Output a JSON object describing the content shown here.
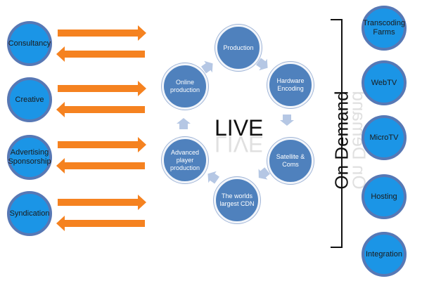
{
  "left_nodes": [
    {
      "label": "Consultancy"
    },
    {
      "label": "Creative"
    },
    {
      "label": "Advertising Sponsorship"
    },
    {
      "label": "Syndication"
    }
  ],
  "cycle_nodes": [
    {
      "label": "Production"
    },
    {
      "label": "Hardware Encoding"
    },
    {
      "label": "Satellite & Coms"
    },
    {
      "label": "The worlds largest CDN"
    },
    {
      "label": "Advanced player production"
    },
    {
      "label": "Online production"
    }
  ],
  "center_label": "LIVE",
  "bracket_label": "On Demand",
  "right_nodes": [
    {
      "label": "Transcoding Farms"
    },
    {
      "label": "WebTV"
    },
    {
      "label": "MicroTV"
    },
    {
      "label": "Hosting"
    },
    {
      "label": "Integration"
    }
  ],
  "colors": {
    "node_fill": "#1b95e6",
    "node_border": "#5778b5",
    "cycle_fill": "#4f81bd",
    "arrow_orange": "#f58220",
    "cycle_arrow": "#b5c7e4"
  }
}
